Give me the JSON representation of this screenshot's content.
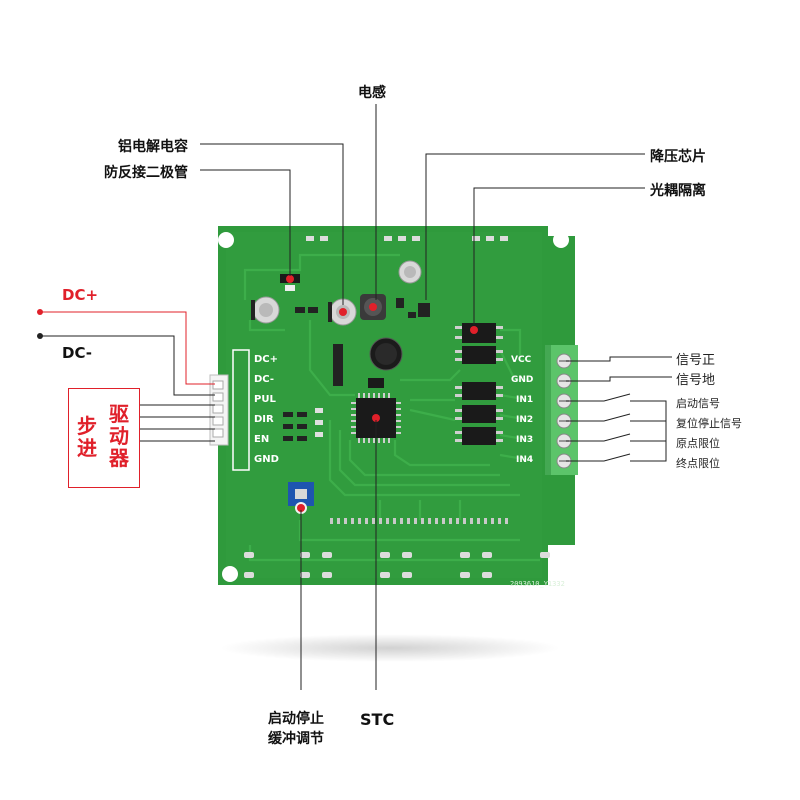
{
  "callouts": {
    "inductor": "电感",
    "aluminum_cap": "铝电解电容",
    "reverse_diode": "防反接二极管",
    "buck_chip": "降压芯片",
    "optocoupler": "光耦隔离",
    "soft_start": "启动停止",
    "soft_start_2": "缓冲调节",
    "mcu": "STC"
  },
  "power": {
    "dc_plus": "DC+",
    "dc_minus": "DC-"
  },
  "stepper_driver": {
    "col1": "步进",
    "col2": "驱动器"
  },
  "left_pins": [
    "DC+",
    "DC-",
    "PUL",
    "DIR",
    "EN",
    "GND"
  ],
  "right_pins": [
    "VCC",
    "GND",
    "IN1",
    "IN2",
    "IN3",
    "IN4"
  ],
  "signals": [
    "信号正",
    "信号地",
    "启动信号",
    "复位停止信号",
    "原点限位",
    "终点限位"
  ],
  "board_id": "2093610_Y1332",
  "colors": {
    "pcb_green": "#2f9a3c",
    "terminal_green": "#5cc46a",
    "accent_red": "#e0202a"
  }
}
